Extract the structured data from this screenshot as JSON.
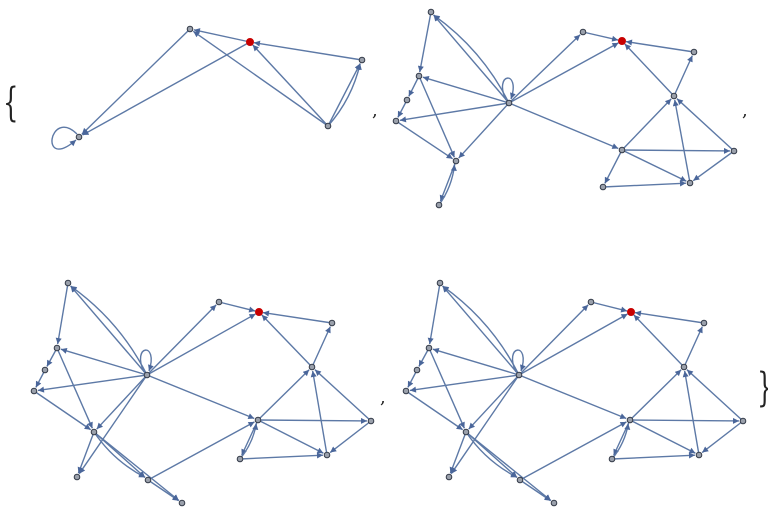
{
  "list": {
    "open_brace": "{",
    "close_brace": "}",
    "separator": ","
  },
  "colors": {
    "edge": "#5d79a6",
    "arrow": "#4a669a",
    "node": "#9aa0ab",
    "node_stroke": "#333a48",
    "highlight": "#c80000"
  },
  "graphs": [
    {
      "nodes": [
        "A",
        "R",
        "B",
        "C",
        "D"
      ],
      "highlight": "R",
      "edges": [
        [
          "R",
          "D"
        ],
        [
          "A",
          "D"
        ],
        [
          "D",
          "D"
        ],
        [
          "C",
          "A"
        ],
        [
          "R",
          "A"
        ],
        [
          "C",
          "R"
        ],
        [
          "B",
          "R"
        ],
        [
          "C",
          "B"
        ],
        [
          "C",
          "B"
        ]
      ]
    },
    {
      "nodes": [
        "a",
        "b",
        "c",
        "d",
        "e",
        "f",
        "g",
        "h",
        "R",
        "i",
        "j",
        "k",
        "l",
        "m",
        "n"
      ],
      "highlight": "R",
      "edges": [
        [
          "e",
          "a"
        ],
        [
          "a",
          "b"
        ],
        [
          "e",
          "b"
        ],
        [
          "b",
          "c"
        ],
        [
          "e",
          "d"
        ],
        [
          "c",
          "d"
        ],
        [
          "b",
          "f"
        ],
        [
          "e",
          "f"
        ],
        [
          "d",
          "f"
        ],
        [
          "f",
          "g"
        ],
        [
          "g",
          "f"
        ],
        [
          "e",
          "e"
        ],
        [
          "e",
          "h"
        ],
        [
          "e",
          "R"
        ],
        [
          "h",
          "R"
        ],
        [
          "j",
          "R"
        ],
        [
          "i",
          "R"
        ],
        [
          "e",
          "k"
        ],
        [
          "j",
          "i"
        ],
        [
          "k",
          "j"
        ],
        [
          "k",
          "m"
        ],
        [
          "k",
          "n"
        ],
        [
          "k",
          "l"
        ],
        [
          "l",
          "n"
        ],
        [
          "m",
          "n"
        ],
        [
          "n",
          "j"
        ],
        [
          "l",
          "j"
        ],
        [
          "e",
          "a"
        ]
      ]
    },
    {
      "nodes": [
        "a",
        "b",
        "c",
        "d",
        "e",
        "f",
        "g",
        "h",
        "R",
        "i",
        "j",
        "k",
        "l",
        "m",
        "n",
        "o",
        "p"
      ],
      "highlight": "R",
      "edges": [
        [
          "e",
          "a"
        ],
        [
          "a",
          "b"
        ],
        [
          "e",
          "b"
        ],
        [
          "b",
          "c"
        ],
        [
          "c",
          "d"
        ],
        [
          "e",
          "d"
        ],
        [
          "b",
          "f"
        ],
        [
          "e",
          "f"
        ],
        [
          "d",
          "f"
        ],
        [
          "f",
          "g"
        ],
        [
          "e",
          "g"
        ],
        [
          "f",
          "o"
        ],
        [
          "f",
          "o"
        ],
        [
          "o",
          "p"
        ],
        [
          "f",
          "p"
        ],
        [
          "e",
          "e"
        ],
        [
          "e",
          "h"
        ],
        [
          "e",
          "R"
        ],
        [
          "h",
          "R"
        ],
        [
          "j",
          "R"
        ],
        [
          "i",
          "R"
        ],
        [
          "e",
          "k"
        ],
        [
          "k",
          "j"
        ],
        [
          "j",
          "i"
        ],
        [
          "k",
          "l"
        ],
        [
          "k",
          "n"
        ],
        [
          "l",
          "n"
        ],
        [
          "n",
          "j"
        ],
        [
          "l",
          "j"
        ],
        [
          "k",
          "m"
        ],
        [
          "m",
          "n"
        ],
        [
          "o",
          "k"
        ],
        [
          "m",
          "k"
        ],
        [
          "e",
          "a"
        ]
      ]
    },
    {
      "nodes": [
        "a",
        "b",
        "c",
        "d",
        "e",
        "f",
        "g",
        "h",
        "R",
        "i",
        "j",
        "k",
        "l",
        "m",
        "n",
        "o",
        "p"
      ],
      "highlight": "R",
      "edges": [
        [
          "e",
          "a"
        ],
        [
          "a",
          "b"
        ],
        [
          "e",
          "b"
        ],
        [
          "b",
          "c"
        ],
        [
          "c",
          "d"
        ],
        [
          "e",
          "d"
        ],
        [
          "b",
          "f"
        ],
        [
          "e",
          "f"
        ],
        [
          "d",
          "f"
        ],
        [
          "f",
          "g"
        ],
        [
          "e",
          "g"
        ],
        [
          "f",
          "o"
        ],
        [
          "f",
          "o"
        ],
        [
          "o",
          "p"
        ],
        [
          "f",
          "p"
        ],
        [
          "e",
          "e"
        ],
        [
          "e",
          "h"
        ],
        [
          "e",
          "R"
        ],
        [
          "h",
          "R"
        ],
        [
          "j",
          "R"
        ],
        [
          "i",
          "R"
        ],
        [
          "e",
          "k"
        ],
        [
          "k",
          "j"
        ],
        [
          "j",
          "i"
        ],
        [
          "k",
          "l"
        ],
        [
          "k",
          "n"
        ],
        [
          "l",
          "n"
        ],
        [
          "n",
          "j"
        ],
        [
          "l",
          "j"
        ],
        [
          "k",
          "m"
        ],
        [
          "m",
          "n"
        ],
        [
          "o",
          "k"
        ],
        [
          "m",
          "k"
        ],
        [
          "e",
          "a"
        ]
      ]
    }
  ]
}
